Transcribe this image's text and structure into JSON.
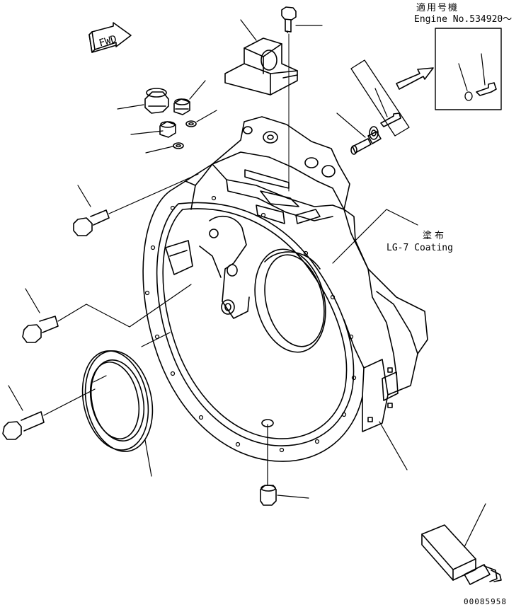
{
  "fwd_label": "FWD",
  "applicability": {
    "heading": "適用号機",
    "engine_no": "Engine No.534920～"
  },
  "coating": {
    "jp": "塗布",
    "en": "LG-7 Coating"
  },
  "figure_number": "00085958",
  "colors": {
    "line": "#000000",
    "background": "#ffffff"
  }
}
